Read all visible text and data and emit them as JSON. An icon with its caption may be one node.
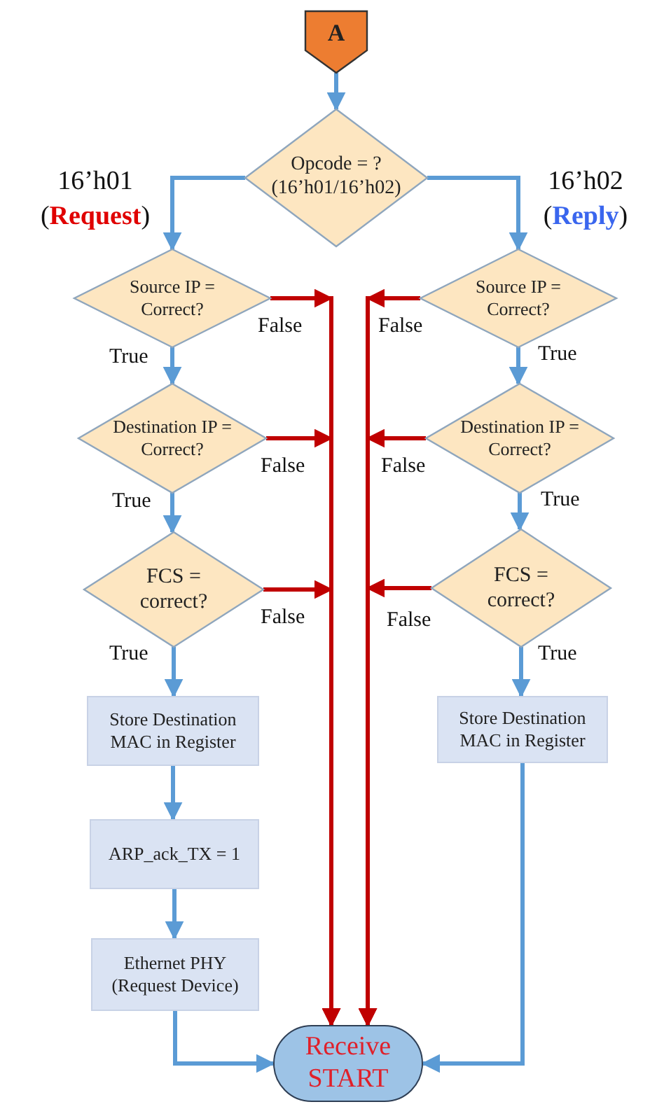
{
  "diagram": {
    "nodes": [
      {
        "text": [
          "A"
        ]
      },
      {
        "text": [
          "Opcode = ? (16’h01/16’h02)"
        ]
      },
      {
        "text": [
          "Source IP = Correct?"
        ]
      },
      {
        "text": [
          "Source IP = Correct?"
        ]
      },
      {
        "text": [
          "Destination IP = Correct?"
        ]
      },
      {
        "text": [
          "Destination IP = Correct?"
        ]
      },
      {
        "text": [
          "FCS = correct?"
        ]
      },
      {
        "text": [
          "FCS = correct?"
        ]
      },
      {
        "text": [
          "Store Destination MAC in Register"
        ]
      },
      {
        "text": [
          "Store Destination MAC in Register"
        ]
      },
      {
        "text": [
          "ARP_ack_TX = 1"
        ]
      },
      {
        "text": [
          "Ethernet PHY (Request Device)"
        ]
      },
      {
        "text": [
          "Receive START"
        ]
      }
    ],
    "edges": [
      {
        "from": 0,
        "to": 1,
        "arrow": "to"
      },
      {
        "from": 1,
        "to": 2,
        "arrow": "to",
        "label": "16’h01 (**Request**)"
      },
      {
        "from": 1,
        "to": 3,
        "arrow": "to",
        "label": "16’h02 (**Reply**)"
      },
      {
        "from": 2,
        "to": 4,
        "arrow": "to",
        "label": "True"
      },
      {
        "from": 3,
        "to": 5,
        "arrow": "to",
        "label": "True"
      },
      {
        "from": 4,
        "to": 6,
        "arrow": "to",
        "label": "True"
      },
      {
        "from": 5,
        "to": 7,
        "arrow": "to",
        "label": "True"
      },
      {
        "from": 6,
        "to": 8,
        "arrow": "to",
        "label": "True"
      },
      {
        "from": 7,
        "to": 9,
        "arrow": "to",
        "label": "True"
      },
      {
        "from": 8,
        "to": 10,
        "arrow": "to"
      },
      {
        "from": 10,
        "to": 11,
        "arrow": "to"
      },
      {
        "from": 11,
        "to": 12,
        "arrow": "to"
      },
      {
        "from": 9,
        "to": 12,
        "arrow": "to"
      },
      {
        "from": 2,
        "to": 12,
        "arrow": "to",
        "label": "False",
        "color": "#c00000"
      },
      {
        "from": 4,
        "to": 12,
        "arrow": "to",
        "label": "False",
        "color": "#c00000"
      },
      {
        "from": 6,
        "to": 12,
        "arrow": "to",
        "label": "False",
        "color": "#c00000"
      },
      {
        "from": 3,
        "to": 12,
        "arrow": "to",
        "label": "False",
        "color": "#c00000"
      },
      {
        "from": 5,
        "to": 12,
        "arrow": "to",
        "label": "False",
        "color": "#c00000"
      },
      {
        "from": 7,
        "to": 12,
        "arrow": "to",
        "label": "False",
        "color": "#c00000"
      }
    ]
  }
}
